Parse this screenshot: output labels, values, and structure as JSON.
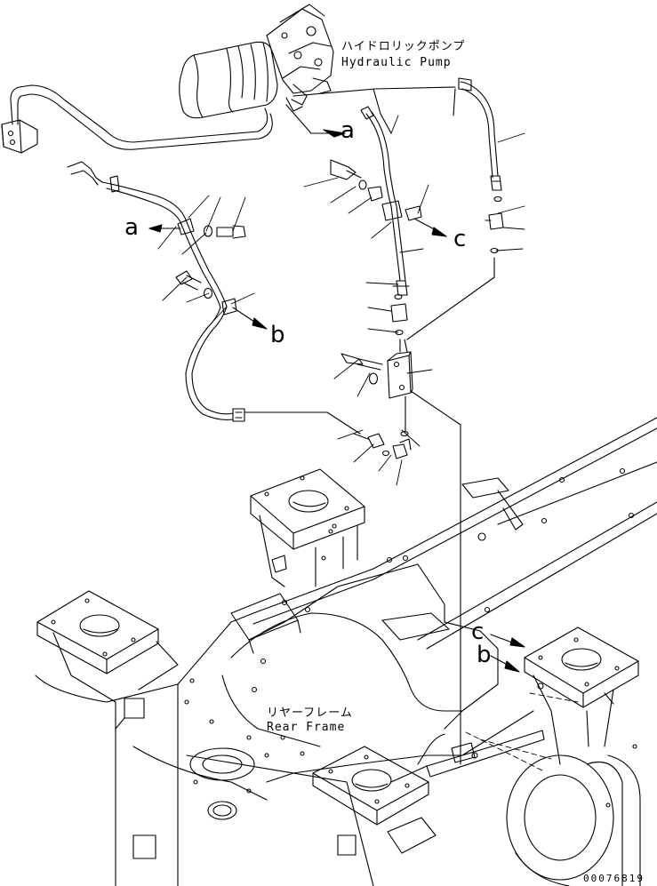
{
  "labels": {
    "pump_jp": "ハイドロリックポンプ",
    "pump_en": "Hydraulic Pump",
    "frame_jp": "リヤーフレーム",
    "frame_en": "Rear Frame",
    "ref_a_pump": "a",
    "ref_a_hose": "a",
    "ref_b_hose": "b",
    "ref_c_hose": "c",
    "ref_c_frame": "c",
    "ref_b_frame": "b",
    "part_number": "00076819"
  },
  "colors": {
    "line": "#000000",
    "background": "#ffffff"
  }
}
